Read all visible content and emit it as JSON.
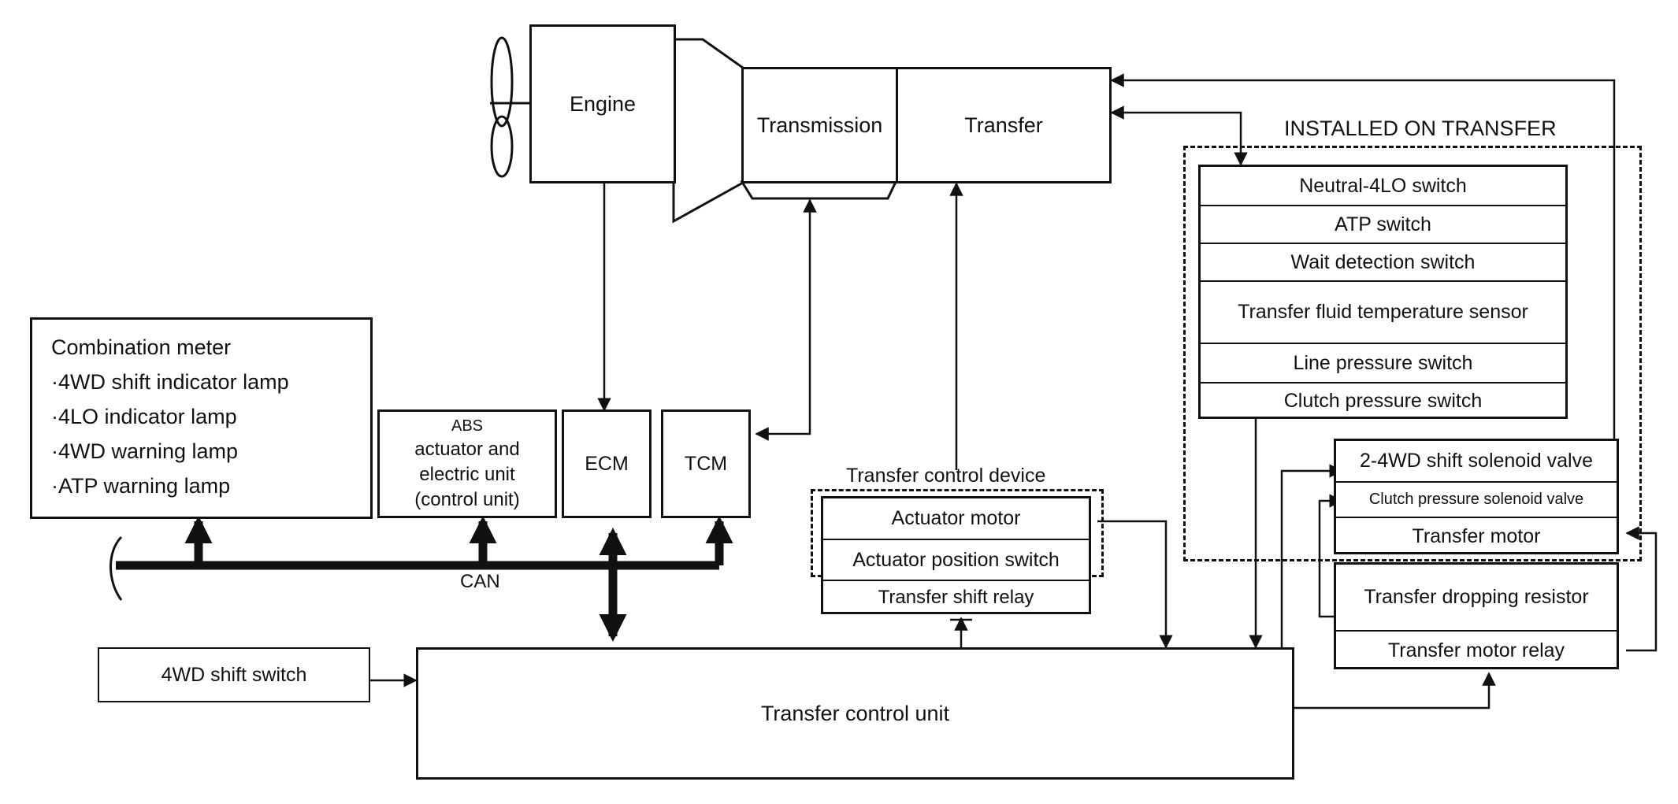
{
  "engine": {
    "label": "Engine"
  },
  "transmission": {
    "label": "Transmission"
  },
  "transfer": {
    "label": "Transfer"
  },
  "installed_on_transfer": {
    "title": "INSTALLED ON TRANSFER",
    "items": [
      "Neutral-4LO switch",
      "ATP switch",
      "Wait detection switch",
      "Transfer fluid temperature sensor",
      "Line pressure switch",
      "Clutch pressure switch"
    ]
  },
  "combination_meter": {
    "title": "Combination meter",
    "items": [
      "·4WD shift indicator lamp",
      "·4LO indicator lamp",
      "·4WD warning lamp",
      "·ATP warning lamp"
    ]
  },
  "abs": {
    "line1": "ABS",
    "line2": "actuator and",
    "line3": "electric unit",
    "line4": "(control unit)"
  },
  "ecm": {
    "label": "ECM"
  },
  "tcm": {
    "label": "TCM"
  },
  "can": {
    "label": "CAN"
  },
  "transfer_control_device": {
    "title": "Transfer control device",
    "items": [
      "Actuator motor",
      "Actuator position switch"
    ]
  },
  "transfer_shift_relay": {
    "label": "Transfer shift relay"
  },
  "solenoid_group": {
    "items": [
      "2-4WD shift solenoid valve",
      "Clutch pressure solenoid valve",
      "Transfer motor"
    ]
  },
  "resistor_group": {
    "items": [
      "Transfer dropping resistor",
      "Transfer motor relay"
    ]
  },
  "shift_switch": {
    "label": "4WD shift switch"
  },
  "transfer_control_unit": {
    "label": "Transfer control unit"
  }
}
